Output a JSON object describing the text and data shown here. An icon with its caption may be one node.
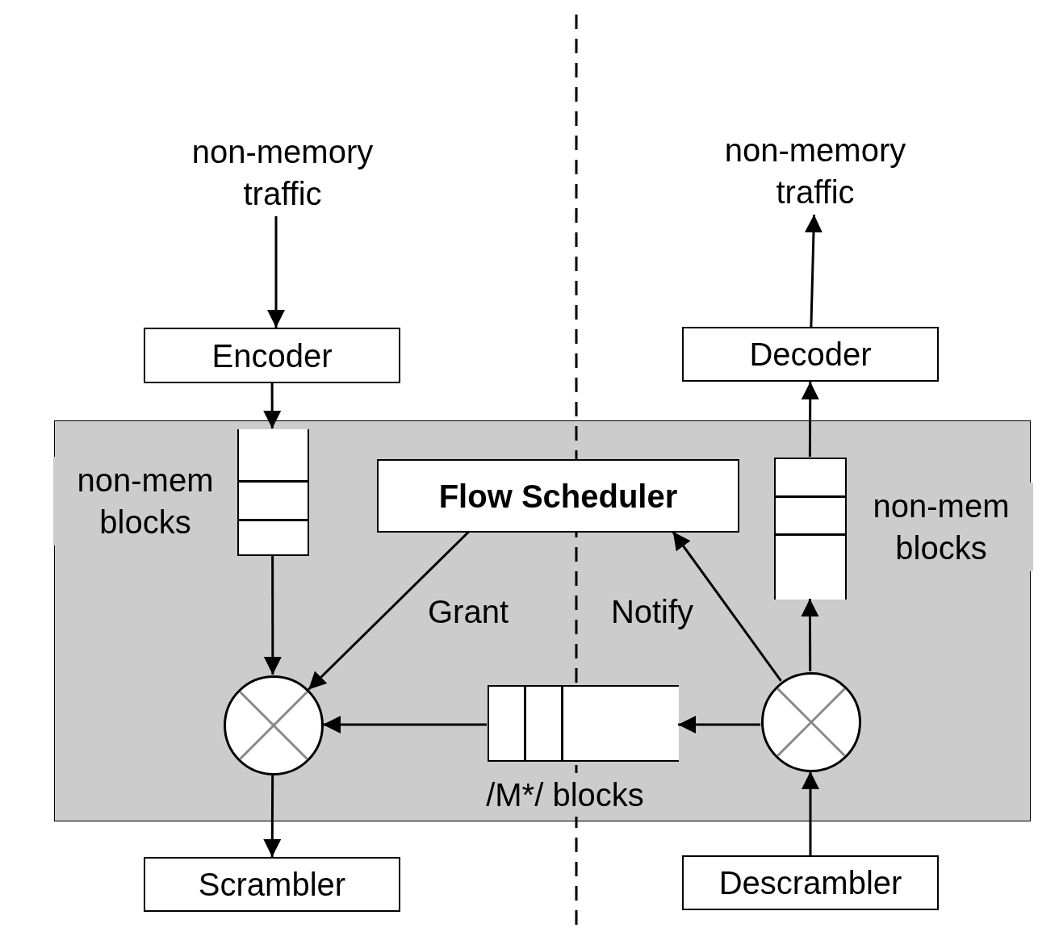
{
  "diagram": {
    "nodes": [
      {
        "text": [
          "non-memory traffic"
        ]
      },
      {
        "text": [
          "non-memory traffic"
        ]
      },
      {
        "text": [
          "Encoder"
        ]
      },
      {
        "text": [
          "Decoder"
        ]
      },
      {
        "text": [],
        "shape": "box"
      },
      {
        "text": [],
        "shape": "box",
        "in": 4,
        "beside": [
          "non-mem blocks"
        ]
      },
      {
        "text": [
          "Flow Scheduler"
        ],
        "in": 4
      },
      {
        "text": [],
        "shape": "box",
        "in": 4,
        "beside": [
          "non-mem blocks"
        ]
      },
      {
        "text": [],
        "shape": "circle",
        "in": 4
      },
      {
        "text": [],
        "shape": "box",
        "in": 4,
        "beside": [
          "/M*/ blocks"
        ]
      },
      {
        "text": [],
        "shape": "circle",
        "in": 4
      },
      {
        "text": [
          "Scrambler"
        ]
      },
      {
        "text": [
          "Descrambler"
        ]
      }
    ],
    "edges": [
      {
        "from": 0,
        "to": 2,
        "arrow": "to"
      },
      {
        "from": 2,
        "to": 5,
        "arrow": "to"
      },
      {
        "from": 5,
        "to": 8,
        "arrow": "to"
      },
      {
        "from": 6,
        "to": 8,
        "arrow": "to",
        "label": "Grant"
      },
      {
        "from": 9,
        "to": 8,
        "arrow": "to"
      },
      {
        "from": 10,
        "to": 9,
        "arrow": "to"
      },
      {
        "from": 10,
        "to": 6,
        "arrow": "to",
        "label": "Notify"
      },
      {
        "from": 10,
        "to": 7,
        "arrow": "to"
      },
      {
        "from": 7,
        "to": 3,
        "arrow": "to"
      },
      {
        "from": 3,
        "to": 1,
        "arrow": "to"
      },
      {
        "from": 12,
        "to": 10,
        "arrow": "to"
      },
      {
        "from": 8,
        "to": 11,
        "arrow": "to"
      }
    ]
  }
}
